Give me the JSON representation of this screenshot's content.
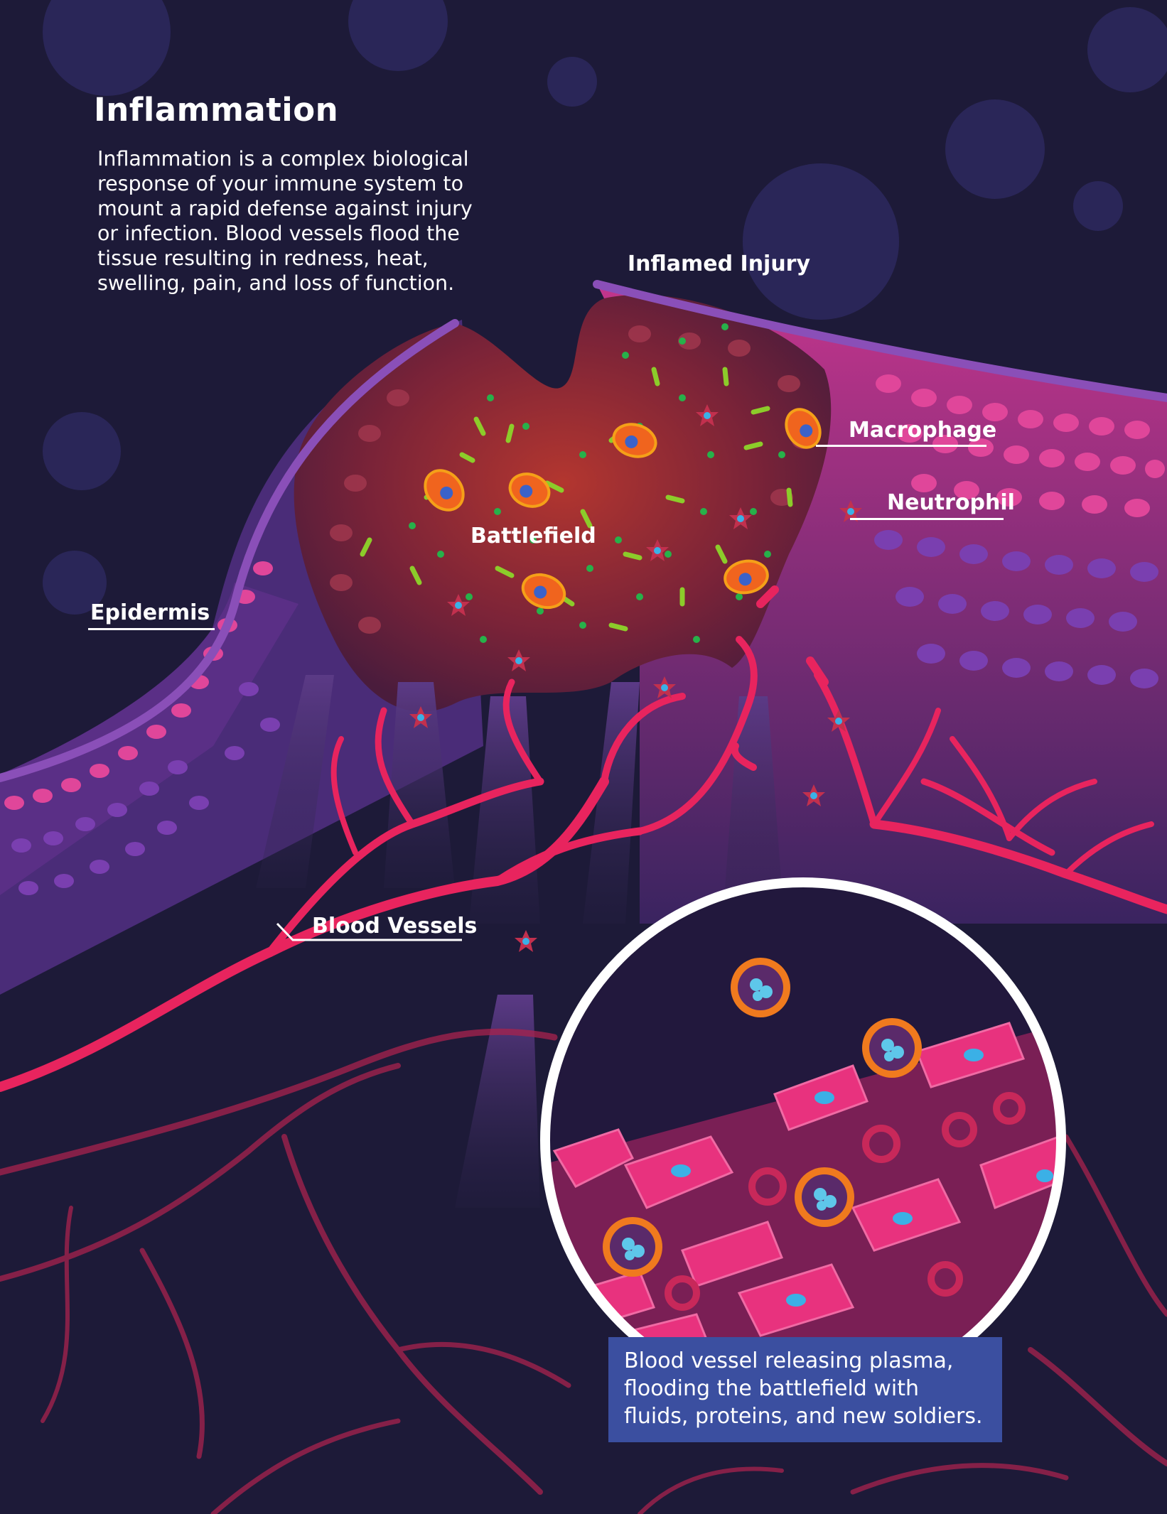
{
  "title": "Inflammation",
  "intro": "Inflammation is  a complex biological response of your immune system to mount a rapid defense against injury or infection. Blood vessels flood the tissue resulting in redness, heat, swelling, pain, and loss of function.",
  "labels": {
    "inflamed_injury": "Inflamed Injury",
    "macrophage": "Macrophage",
    "neutrophil": "Neutrophil",
    "battlefield": "Battlefield",
    "epidermis": "Epidermis",
    "blood_vessels": "Blood Vessels"
  },
  "caption": "Blood vessel releasing plasma, flooding the battlefield with fluids, proteins, and new soldiers.",
  "colors": {
    "background": "#1d1a38",
    "epidermis_line": "#8a4fb8",
    "vessel": "#e8245e",
    "cell_pink": "#e0469a",
    "cell_purple": "#6a3aa8",
    "battlefield": "#8c2a3a",
    "macrophage": "#f0641e",
    "caption_box": "#3b4fa0"
  }
}
